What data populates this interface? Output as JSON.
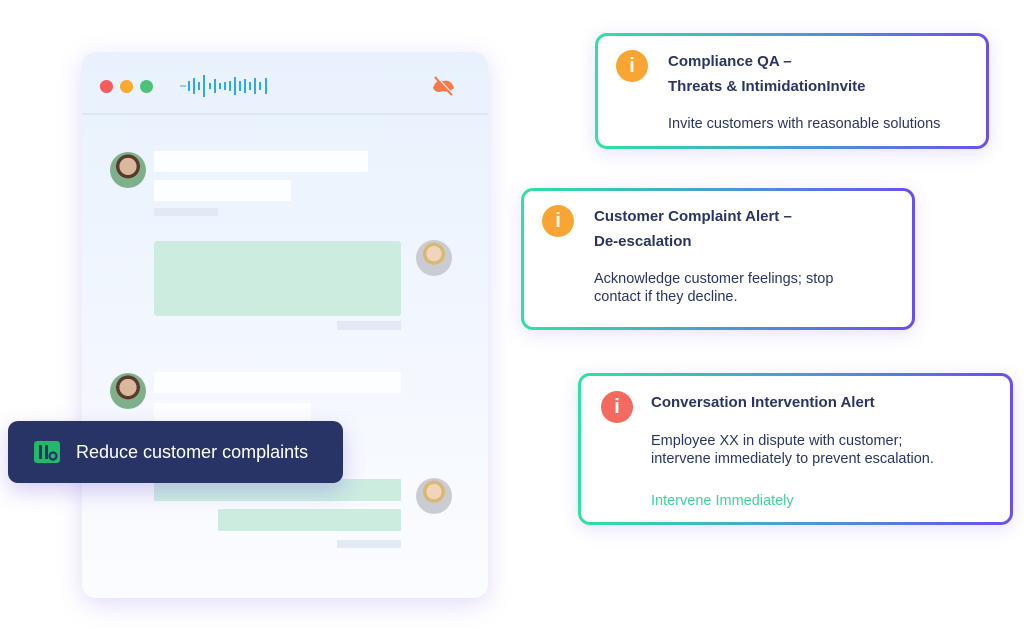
{
  "badge": {
    "label": "Reduce customer complaints",
    "icon": "kanban-logo-icon"
  },
  "colors": {
    "warning": "#f9a533",
    "danger": "#f56a5f",
    "accent_green": "#3dd496",
    "navy": "#283465"
  },
  "alerts": [
    {
      "title_line1": "Compliance QA –",
      "title_line2": "Threats & IntimidationInvite",
      "description": "Invite customers with reasonable solutions",
      "severity": "warning"
    },
    {
      "title_line1": "Customer Complaint Alert –",
      "title_line2": "De-escalation",
      "description_line1": "Acknowledge customer feelings; stop",
      "description_line2": "contact if they decline.",
      "severity": "warning"
    },
    {
      "title": "Conversation Intervention Alert",
      "description_line1": "Employee XX in dispute with customer;",
      "description_line2": "intervene immediately to prevent escalation.",
      "action": "Intervene Immediately",
      "severity": "danger"
    }
  ],
  "icons": {
    "info": "i"
  }
}
